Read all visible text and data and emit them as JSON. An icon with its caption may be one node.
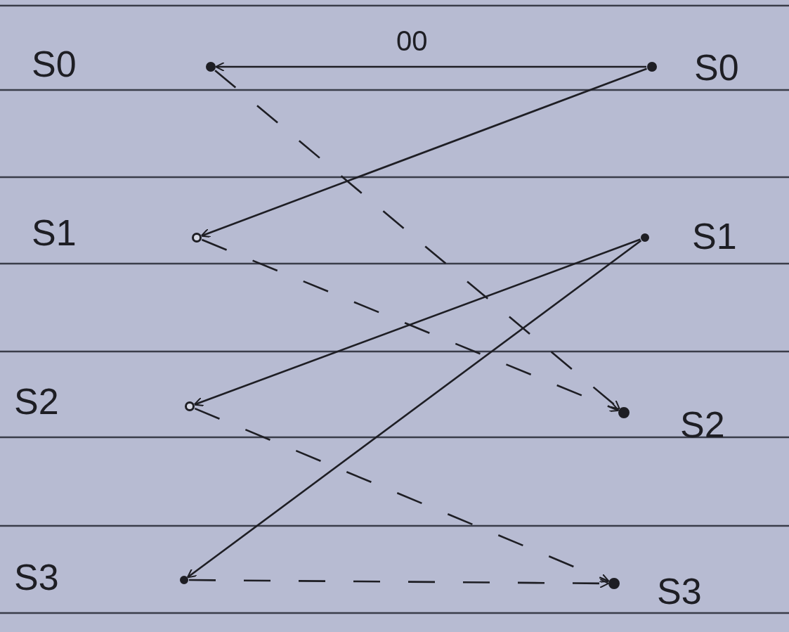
{
  "diagram": {
    "nodes": [
      {
        "text": [],
        "shape": "circle",
        "beside": [
          "S0"
        ]
      },
      {
        "text": [],
        "shape": "circle",
        "beside": [
          "S0"
        ]
      },
      {
        "text": [],
        "shape": "circle",
        "beside": [
          "S1"
        ]
      },
      {
        "text": [],
        "shape": "circle",
        "beside": [
          "S1"
        ]
      },
      {
        "text": [],
        "shape": "circle",
        "beside": [
          "S2"
        ]
      },
      {
        "text": [],
        "shape": "circle",
        "beside": [
          "S2"
        ]
      },
      {
        "text": [],
        "shape": "circle",
        "beside": [
          "S3"
        ]
      },
      {
        "text": [],
        "shape": "circle",
        "beside": [
          "S3"
        ]
      }
    ],
    "edges": [
      {
        "from": 1,
        "to": 0,
        "arrow": "to",
        "label": "00"
      },
      {
        "from": 1,
        "to": 2,
        "arrow": "to"
      },
      {
        "from": 3,
        "to": 4,
        "arrow": "to"
      },
      {
        "from": 3,
        "to": 6,
        "arrow": "to"
      },
      {
        "from": 0,
        "to": 5,
        "arrow": "to",
        "style": "dashed"
      },
      {
        "from": 2,
        "to": 5,
        "arrow": "to",
        "style": "dashed"
      },
      {
        "from": 4,
        "to": 7,
        "arrow": "to",
        "style": "dashed"
      },
      {
        "from": 6,
        "to": 7,
        "arrow": "to",
        "style": "dashed"
      }
    ]
  }
}
